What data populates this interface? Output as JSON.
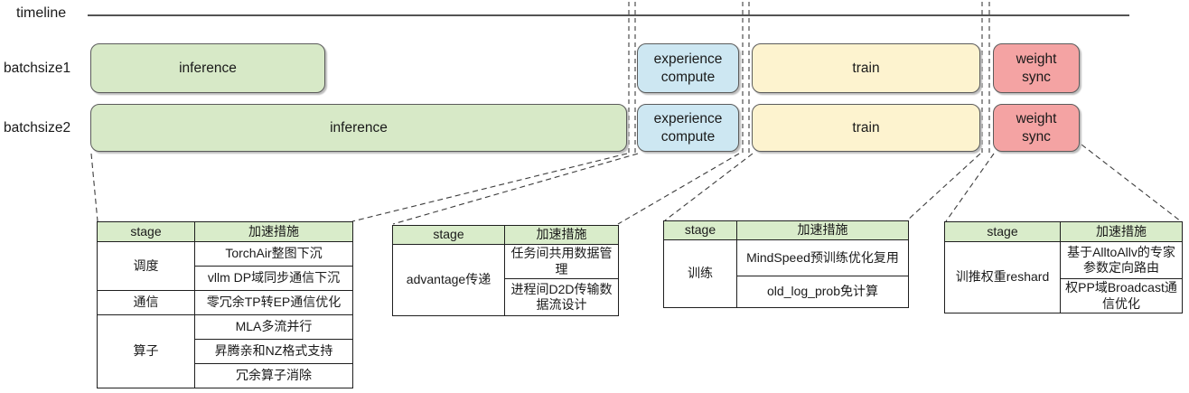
{
  "timeline": {
    "label": "timeline"
  },
  "rows": [
    {
      "label": "batchsize1",
      "segments": [
        {
          "label": "inference"
        },
        {
          "label": "experience compute"
        },
        {
          "label": "train"
        },
        {
          "label": "weight sync"
        }
      ]
    },
    {
      "label": "batchsize2",
      "segments": [
        {
          "label": "inference"
        },
        {
          "label": "experience compute"
        },
        {
          "label": "train"
        },
        {
          "label": "weight sync"
        }
      ]
    }
  ],
  "colors": {
    "inference_fill": "#d7e9c7",
    "experience_compute_fill": "#cde7f2",
    "train_fill": "#fdf3cf",
    "weight_sync_fill": "#f4a3a3",
    "table_header_fill": "#d9ecca",
    "box_border": "#5b5b5b"
  },
  "tables": [
    {
      "headers": [
        "stage",
        "加速措施"
      ],
      "groups": [
        {
          "stage": "调度",
          "measures": [
            "TorchAir整图下沉",
            "vllm DP域同步通信下沉"
          ]
        },
        {
          "stage": "通信",
          "measures": [
            "零冗余TP转EP通信优化"
          ]
        },
        {
          "stage": "算子",
          "measures": [
            "MLA多流并行",
            "昇腾亲和NZ格式支持",
            "冗余算子消除"
          ]
        }
      ]
    },
    {
      "headers": [
        "stage",
        "加速措施"
      ],
      "groups": [
        {
          "stage": "advantage传递",
          "measures": [
            "任务间共用数据管理",
            "进程间D2D传输数据流设计"
          ]
        }
      ]
    },
    {
      "headers": [
        "stage",
        "加速措施"
      ],
      "groups": [
        {
          "stage": "训练",
          "measures": [
            "MindSpeed预训练优化复用",
            "old_log_prob免计算"
          ]
        }
      ]
    },
    {
      "headers": [
        "stage",
        "加速措施"
      ],
      "groups": [
        {
          "stage": "训推权重reshard",
          "measures": [
            "基于AlltoAllv的专家参数定向路由",
            "权PP域Broadcast通信优化"
          ]
        }
      ]
    }
  ]
}
